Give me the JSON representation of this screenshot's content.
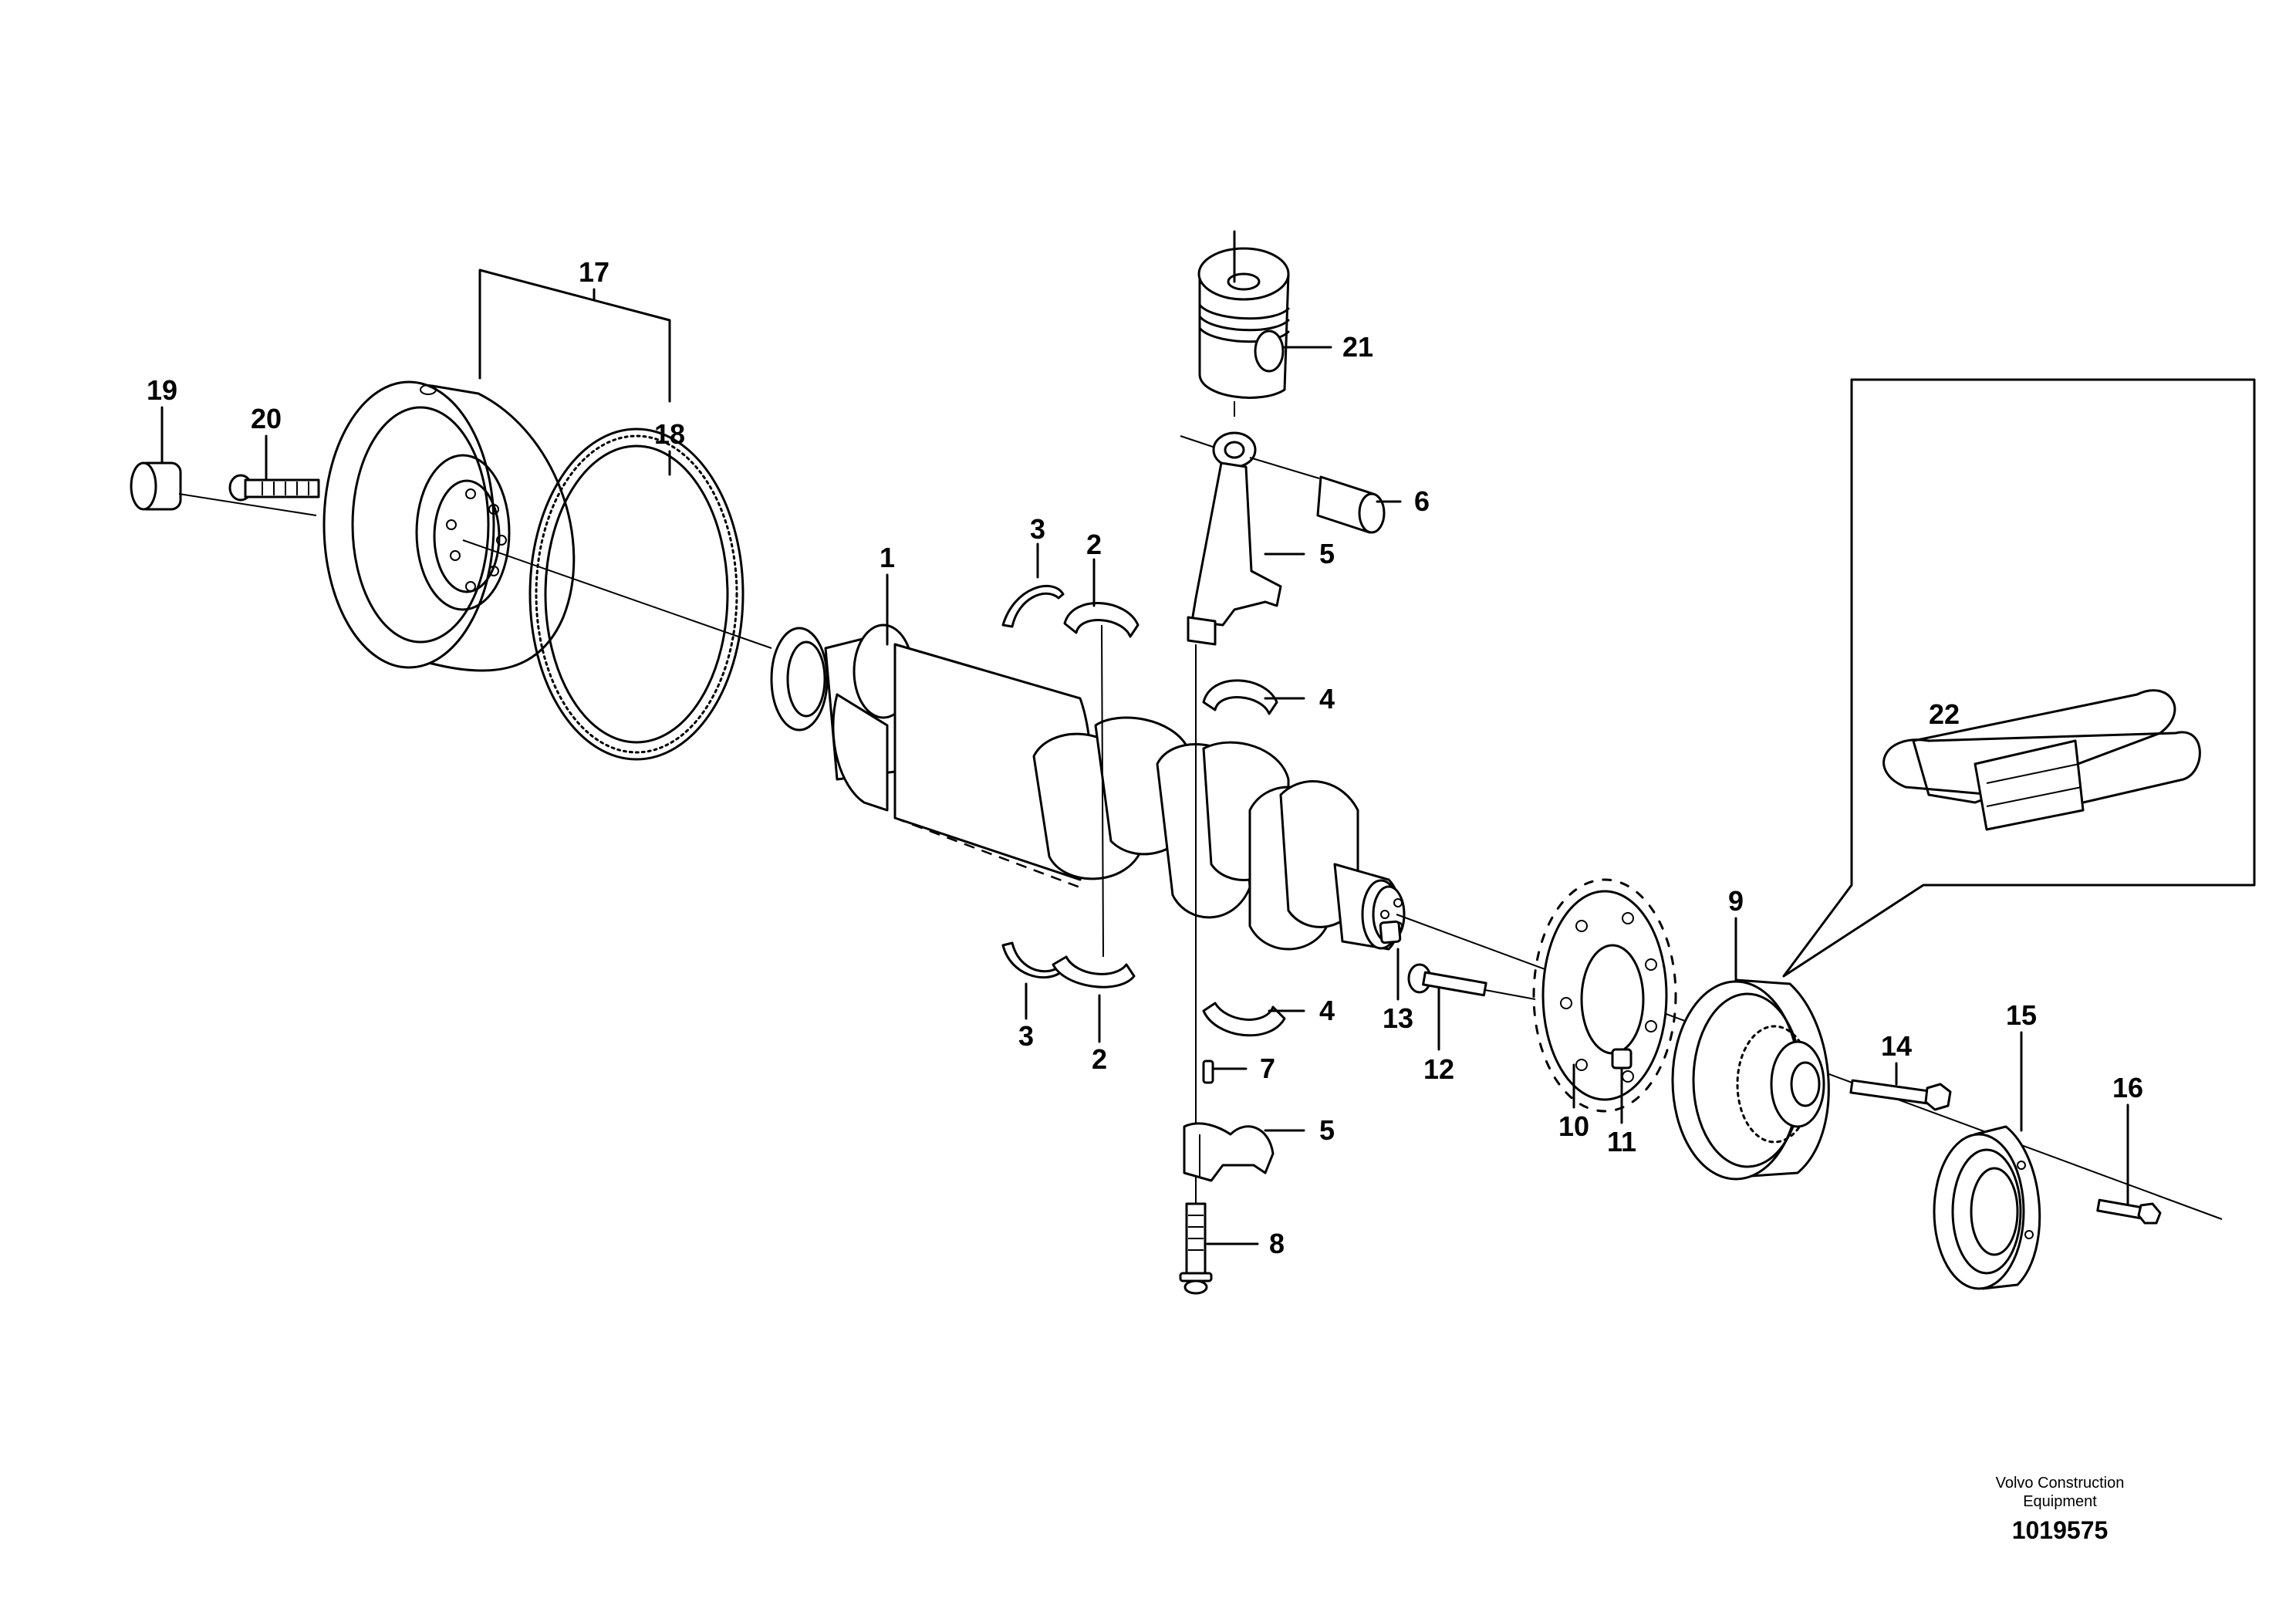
{
  "callouts": {
    "c1": "1",
    "c2a": "2",
    "c2b": "2",
    "c3a": "3",
    "c3b": "3",
    "c4a": "4",
    "c4b": "4",
    "c5a": "5",
    "c5b": "5",
    "c6": "6",
    "c7": "7",
    "c8": "8",
    "c9": "9",
    "c10": "10",
    "c11": "11",
    "c12": "12",
    "c13": "13",
    "c14": "14",
    "c15": "15",
    "c16": "16",
    "c17": "17",
    "c18": "18",
    "c19": "19",
    "c20": "20",
    "c21": "21",
    "c22": "22"
  },
  "footer": {
    "company_line1": "Volvo Construction",
    "company_line2": "Equipment",
    "document_number": "1019575"
  }
}
